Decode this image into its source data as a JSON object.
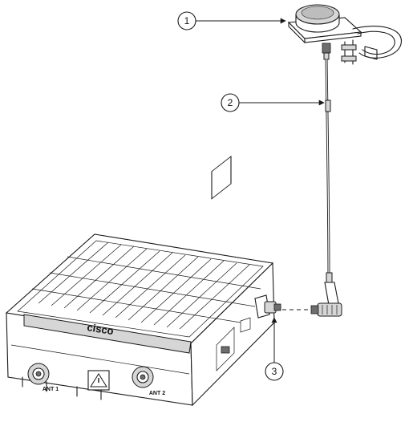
{
  "callouts": [
    {
      "id": "1",
      "label": "1"
    },
    {
      "id": "2",
      "label": "2"
    },
    {
      "id": "3",
      "label": "3"
    }
  ],
  "device": {
    "brand_logo": "cisco",
    "port_labels": [
      "ANT 1",
      "ANT 2"
    ]
  },
  "colors": {
    "line": "#1a1a1a",
    "shade": "#d6d6d6",
    "background": "#ffffff"
  }
}
